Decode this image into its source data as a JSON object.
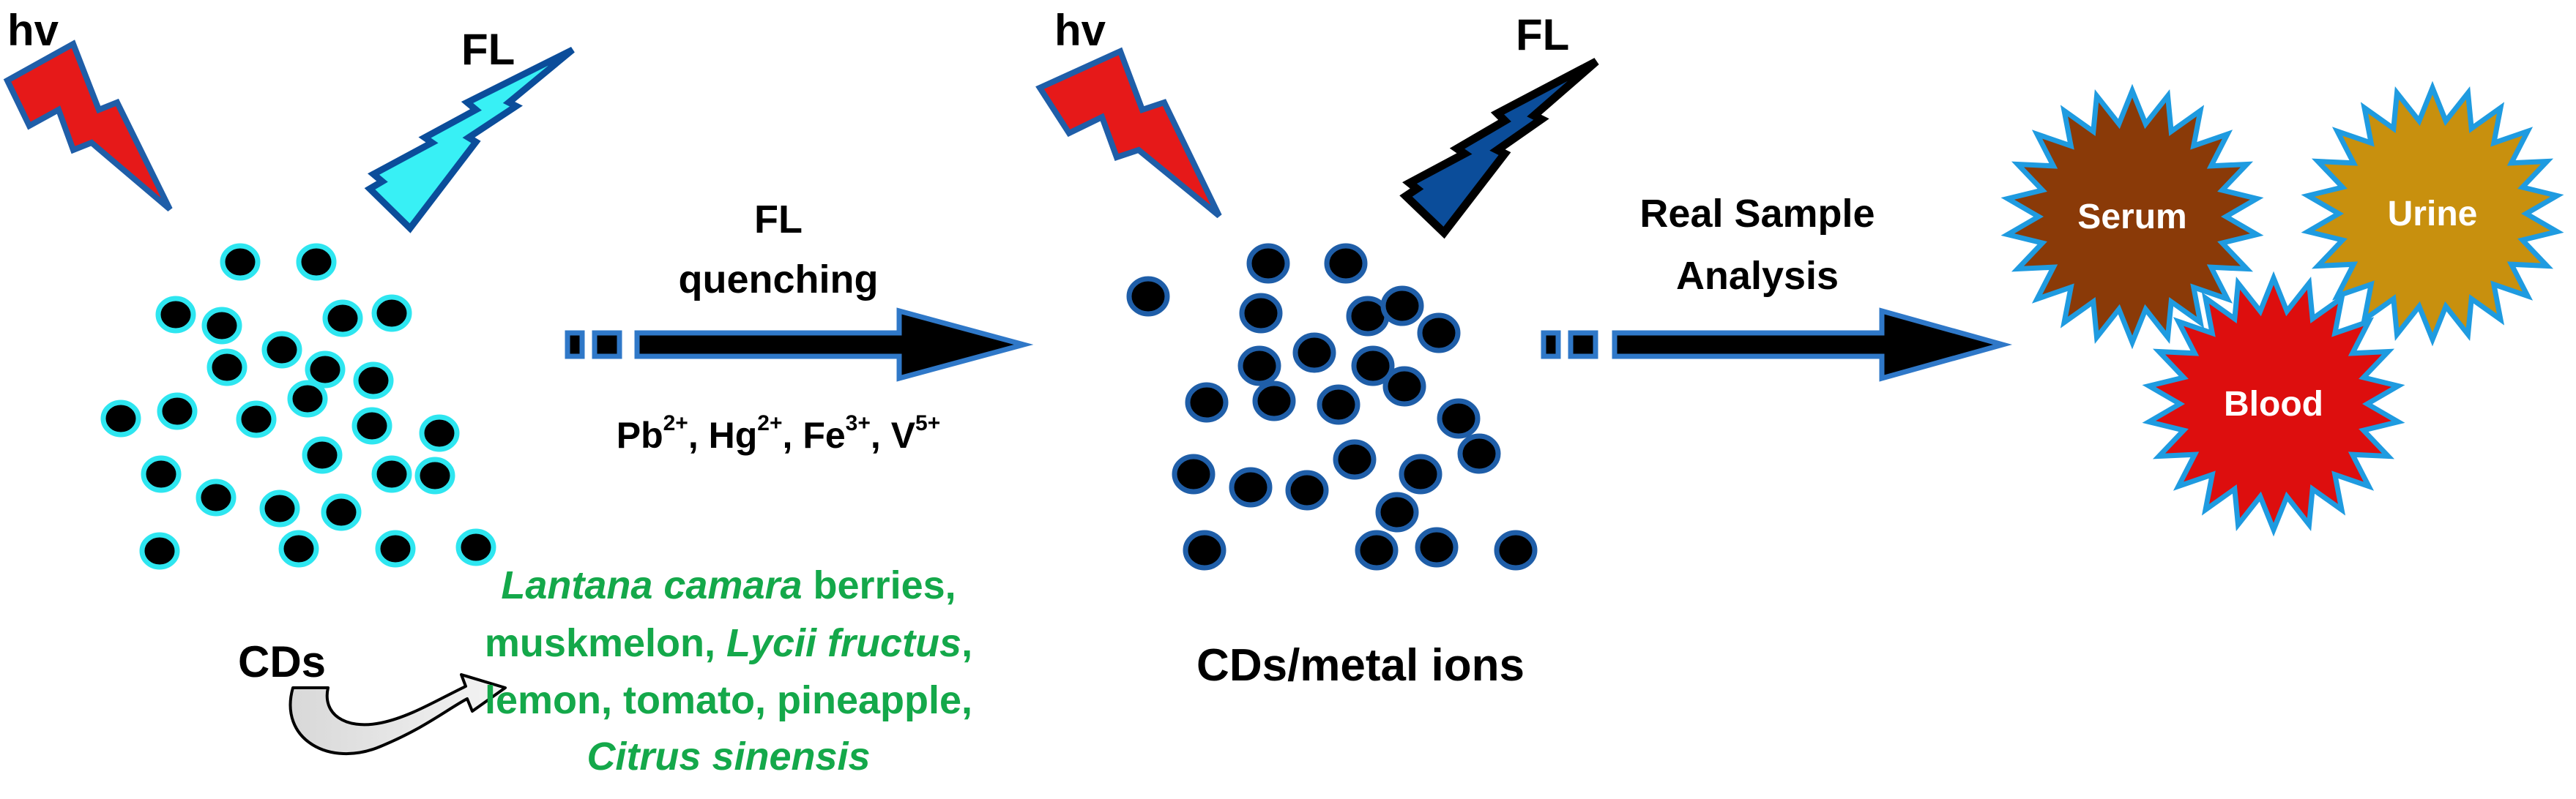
{
  "left": {
    "hv": "hv",
    "fl": "FL",
    "caption": "CDs"
  },
  "arrow1": {
    "line1": "FL",
    "line2": "quenching",
    "ions": [
      {
        "base": "Pb",
        "sup": "2+",
        "sep": ", "
      },
      {
        "base": "Hg",
        "sup": "2+",
        "sep": ", "
      },
      {
        "base": "Fe",
        "sup": "3+",
        "sep": ", "
      },
      {
        "base": "V",
        "sup": "5+",
        "sep": ""
      }
    ]
  },
  "middle": {
    "hv": "hv",
    "fl": "FL",
    "caption": "CDs/metal ions"
  },
  "arrow2": {
    "line1": "Real Sample",
    "line2": "Analysis"
  },
  "sources": {
    "line1_italic": "Lantana camara",
    "line1_rest": " berries,",
    "line2_rest": "muskmelon, ",
    "line2_italic": "Lycii fructus",
    "line2_tail": ",",
    "line3": "lemon, tomato, pineapple,",
    "line4_italic": "Citrus sinensis"
  },
  "samples": {
    "serum": "Serum",
    "urine": "Urine",
    "blood": "Blood"
  },
  "colors": {
    "hv_bolt": "#e61919",
    "fl_bolt_bright": "#38f0f5",
    "fl_bolt_dark": "#0b4d9a",
    "dot_ring_bright": "#2ee6f0",
    "dot_ring_dark": "#1f5ea8",
    "arrow_outline": "#2f78c8",
    "sources_green": "#14a84a",
    "serum": "#8a3a08",
    "urine": "#c8900e",
    "blood": "#dd0e0e",
    "star_outline": "#1f9be0"
  },
  "icons": {
    "hv": "lightning-bolt-icon",
    "fl": "lightning-bolt-icon",
    "curved_arrow": "curved-arrow-icon"
  }
}
